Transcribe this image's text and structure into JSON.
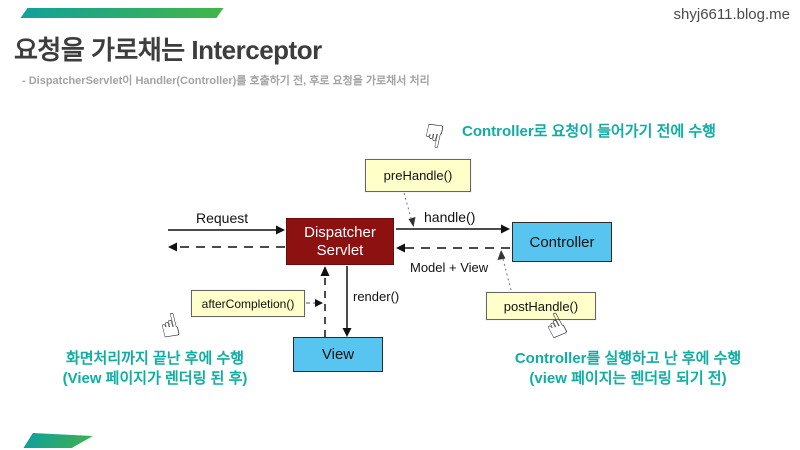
{
  "page": {
    "blog_url": "shyj6611.blog.me",
    "title": "요청을 가로채는 Interceptor",
    "subtitle": "- DispatcherServlet이 Handler(Controller)를 호출하기 전, 후로 요청을 가로채서 처리"
  },
  "colors": {
    "accent_teal": "#12a199",
    "accent_green": "#42b549",
    "annotation_teal": "#0fada3",
    "servlet_box": "#8e1111",
    "method_box": "#ffffc9",
    "component_box": "#58c5f1"
  },
  "icons": {
    "hand_down": "☟",
    "hand_up": "☝"
  },
  "diagram": {
    "nodes": {
      "dispatcher_servlet": {
        "line1": "Dispatcher",
        "line2": "Servlet"
      },
      "controller": {
        "label": "Controller"
      },
      "view": {
        "label": "View"
      },
      "pre_handle": {
        "label": "preHandle()"
      },
      "post_handle": {
        "label": "postHandle()"
      },
      "after_completion": {
        "label": "afterCompletion()"
      }
    },
    "edges": {
      "request": "Request",
      "handle": "handle()",
      "model_view": "Model + View",
      "render": "render()"
    },
    "annotations": {
      "top": "Controller로 요청이 들어가기 전에 수행",
      "bottom_left_line1": "화면처리까지 끝난 후에 수행",
      "bottom_left_line2": "(View 페이지가 렌더링 된 후)",
      "bottom_right_line1": "Controller를 실행하고 난 후에 수행",
      "bottom_right_line2": "(view 페이지는 렌더링 되기 전)"
    }
  }
}
